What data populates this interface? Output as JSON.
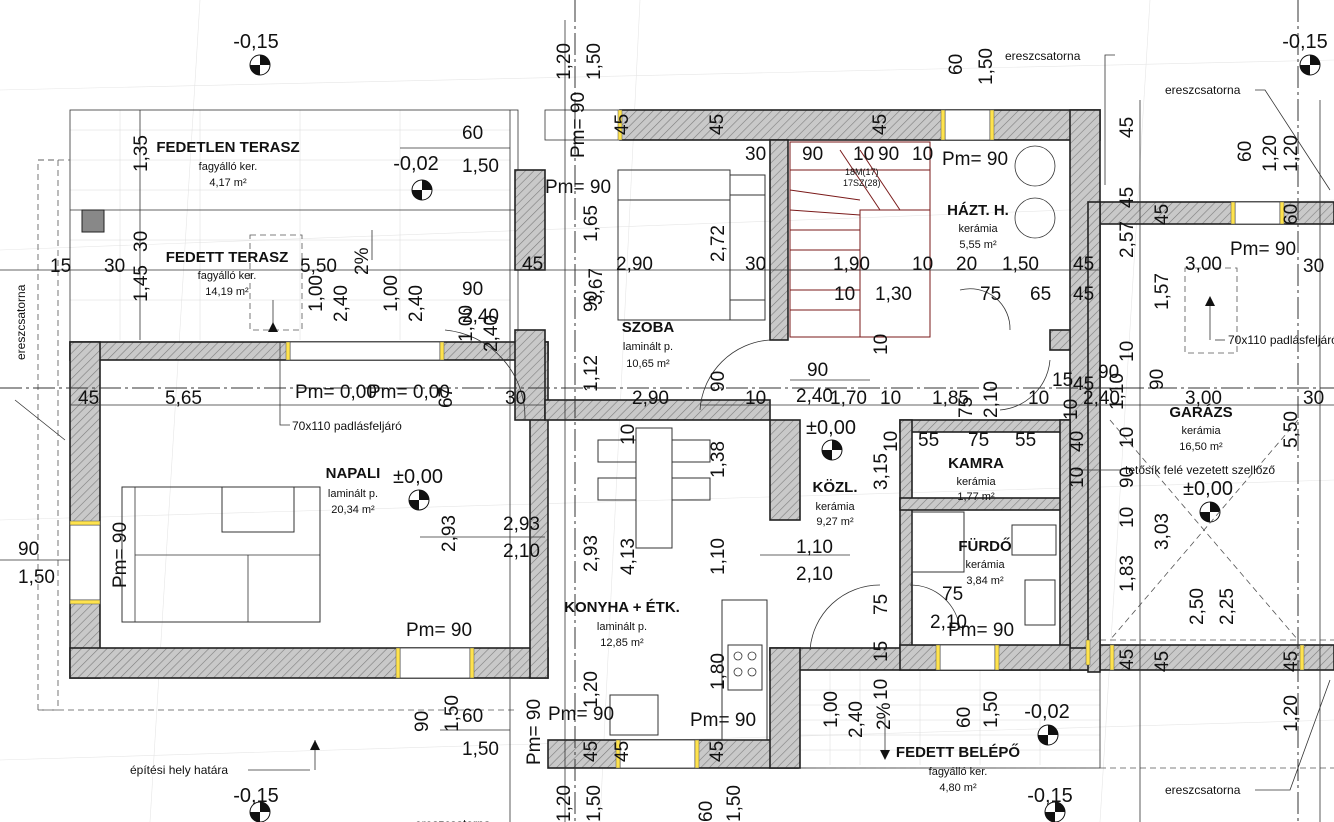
{
  "rooms": {
    "fedetlen_terasz": {
      "name": "FEDETLEN TERASZ",
      "material": "fagyálló ker.",
      "area": "4,17 m²"
    },
    "fedett_terasz": {
      "name": "FEDETT TERASZ",
      "material": "fagyálló ker.",
      "area": "14,19 m²"
    },
    "szoba": {
      "name": "SZOBA",
      "material": "laminált p.",
      "area": "10,65 m²"
    },
    "haztartasi": {
      "name": "HÁZT. H.",
      "material": "kerámia",
      "area": "5,55 m²"
    },
    "napali": {
      "name": "NAPALI",
      "material": "laminált p.",
      "area": "20,34 m²"
    },
    "konyha": {
      "name": "KONYHA + ÉTK.",
      "material": "laminált p.",
      "area": "12,85 m²"
    },
    "kozl": {
      "name": "KÖZL.",
      "material": "kerámia",
      "area": "9,27 m²"
    },
    "kamra": {
      "name": "KAMRA",
      "material": "kerámia",
      "area": "1,77 m²"
    },
    "furdo": {
      "name": "FÜRDŐ",
      "material": "kerámia",
      "area": "3,84 m²"
    },
    "garazs": {
      "name": "GARÁZS",
      "material": "kerámia",
      "area": "16,50 m²"
    },
    "fedett_belepo": {
      "name": "FEDETT BELÉPŐ",
      "material": "fagyálló ker.",
      "area": "4,80 m²"
    }
  },
  "levels": {
    "outer_tl": "-0,15",
    "outer_tr": "-0,15",
    "outer_bl": "-0,15",
    "outer_br": "-0,15",
    "terrace": "-0,02",
    "entry": "-0,02",
    "napali": "±0,00",
    "kozl": "±0,00",
    "garazs": "±0,00"
  },
  "notes": {
    "gutter_top": "ereszcsatorna",
    "gutter_top_right": "ereszcsatorna",
    "gutter_left": "ereszcsatorna",
    "gutter_bottom_right": "ereszcsatorna",
    "gutter_bottom": "ereszcsatorna",
    "hatch_left": "70x110 padlásfeljáró",
    "hatch_garage": "70x110 padlásfeljáró",
    "vent": "tetősík felé vezetett szellőző",
    "building_line": "építési hely határa",
    "slope_terrace": "2%",
    "slope_entry": "2%",
    "stair_info_1": "18M(17)",
    "stair_info_2": "17SZ(28)"
  },
  "sills": [
    "Pm= 90",
    "Pm= 90",
    "Pm= 90",
    "Pm= 0,00",
    "Pm= 0,00",
    "Pm= 90",
    "Pm= 90",
    "Pm= 90",
    "Pm= 90",
    "Pm= 90",
    "Pm= 90",
    "Pm= 90"
  ],
  "dimensions": {
    "top_v_120": "1,20",
    "top_v_150": "1,50",
    "top_60": "60",
    "top_150b": "1,50",
    "terr_60": "60",
    "terr_150": "1,50",
    "terr_135": "1,35",
    "terr_145": "1,45",
    "terr_30": "30",
    "d15": "15",
    "d30": "30",
    "d550": "5,50",
    "d45a": "45",
    "d45b": "45",
    "d45c": "45",
    "d45d": "45",
    "szoba_165": "1,65",
    "szoba_290": "2,90",
    "szoba_272": "2,72",
    "szoba_30": "30",
    "szoba_367": "3,67",
    "d90a": "90",
    "d90b": "90",
    "d90c": "90",
    "d90d": "90",
    "st_30": "30",
    "st_90": "90",
    "st_10a": "10",
    "st_90b": "90",
    "st_10b": "10",
    "st_190": "1,90",
    "st_10c": "10",
    "st_20": "20",
    "st_150": "1,50",
    "st_45": "45",
    "st_10d": "10",
    "st_130": "1,30",
    "st_75": "75",
    "st_65": "65",
    "st_45b": "45",
    "d100a": "1,00",
    "d240a": "2,40",
    "d100b": "1,00",
    "d240b": "2,40",
    "d240c": "2,40",
    "d100c": "1,00",
    "d240d": "2,40",
    "n_45": "45",
    "n_565": "5,65",
    "n_30": "30",
    "n_67": "67",
    "n_112": "1,12",
    "n_290": "2,90",
    "k_10a": "10",
    "k_240": "2,40",
    "k_170": "1,70",
    "k_10b": "10",
    "k_185": "1,85",
    "k_10c": "10",
    "k_240b": "2,40",
    "k_15": "15",
    "k_45": "45",
    "k_90": "90",
    "k_110": "1,10",
    "g_90": "90",
    "g_300": "3,00",
    "g_30": "30",
    "g_300b": "3,00",
    "g_30b": "30",
    "g_257": "2,57",
    "g_157": "1,57",
    "g_45": "45",
    "g_45b": "45",
    "g_120": "1,20",
    "g_60": "60",
    "g_550": "5,50",
    "g_303": "3,03",
    "g_183": "1,83",
    "g_250": "2,50",
    "g_225": "2,25",
    "g_10a": "10",
    "g_10b": "10",
    "g_10c": "10",
    "g_90b": "90",
    "g_10d": "10",
    "g_120b": "1,20",
    "r_45": "45",
    "r_120": "1,20",
    "r_60": "60",
    "ka_55": "55",
    "ka_75": "75",
    "ka_55b": "55",
    "ka_10": "10",
    "ka_40": "40",
    "ka_75b": "75",
    "ka_210": "2,10",
    "ka_10b": "10",
    "f_75": "75",
    "f_210": "2,10",
    "f_75b": "75",
    "f_15": "15",
    "l_90": "90",
    "l_150": "1,50",
    "l_293": "2,93",
    "l_293b": "2,93",
    "l_210": "2,10",
    "l_293c": "2,93",
    "l_413": "4,13",
    "c_10": "10",
    "c_138": "1,38",
    "c_110": "1,10",
    "c_110b": "1,10",
    "c_210": "2,10",
    "c_315": "3,15",
    "c_180": "1,80",
    "c_120": "1,20",
    "b_90": "90",
    "b_150": "1,50",
    "b_60": "60",
    "b_150b": "1,50",
    "b_45": "45",
    "b_45b": "45",
    "b_45c": "45",
    "b_100": "1,00",
    "b_240": "2,40",
    "b_60b": "60",
    "b_150c": "1,50",
    "b_120": "1,20",
    "b_150d": "1,50",
    "b_60c": "60",
    "b_150e": "1,50",
    "g_10e": "10",
    "g_45c": "45",
    "g_45d": "45",
    "g_45e": "45",
    "g_10f": "10"
  }
}
